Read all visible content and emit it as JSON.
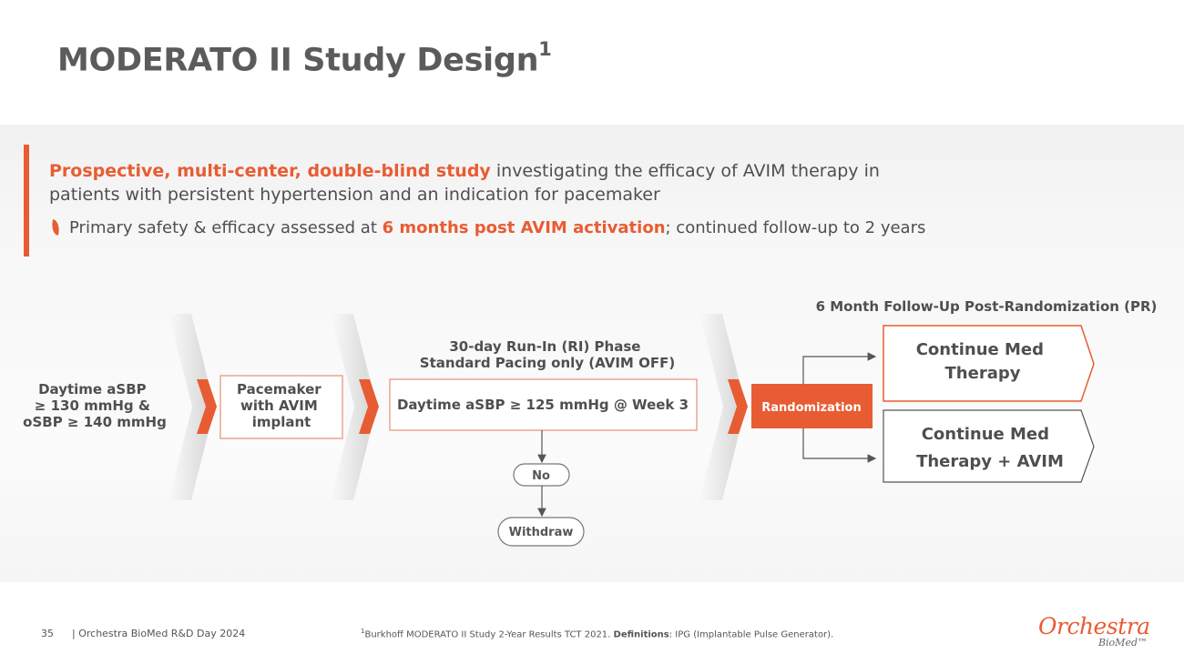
{
  "slide": {
    "title": "MODERATO II Study Design",
    "title_sup": "1",
    "intro_highlight": "Prospective, multi-center, double-blind study",
    "intro_rest": " investigating the efficacy of AVIM therapy in patients with persistent hypertension and an indication for pacemaker",
    "bullet_pre": "Primary safety & efficacy assessed at ",
    "bullet_highlight": "6 months post AVIM activation",
    "bullet_post": "; continued follow-up to 2 years"
  },
  "diagram": {
    "criteria": [
      "Daytime aSBP",
      "≥ 130 mmHg &",
      "oSBP ≥ 140 mmHg"
    ],
    "pacemaker": [
      "Pacemaker",
      "with AVIM",
      "implant"
    ],
    "runin_label": [
      "30-day Run-In (RI) Phase",
      "Standard Pacing only (AVIM OFF)"
    ],
    "runin_box": "Daytime aSBP ≥ 125 mmHg @ Week 3",
    "no": "No",
    "withdraw": "Withdraw",
    "randomization": "Randomization",
    "followup_label": "6 Month Follow-Up Post-Randomization (PR)",
    "arm1": [
      "Continue Med",
      "Therapy"
    ],
    "arm2": [
      "Continue Med",
      "Therapy + AVIM"
    ]
  },
  "footer": {
    "page": "35",
    "event": "| Orchestra BioMed R&D Day 2024",
    "footnote_sup": "1",
    "footnote_text": "Burkhoff MODERATO II Study 2-Year Results TCT 2021. ",
    "footnote_def_label": "Definitions",
    "footnote_def_text": ": IPG (Implantable Pulse Generator).",
    "logo": "Orchestra",
    "logo_sub": "BioMed™"
  },
  "colors": {
    "accent": "#e85c33",
    "text": "#505050",
    "box_border_dark": "#555555"
  }
}
